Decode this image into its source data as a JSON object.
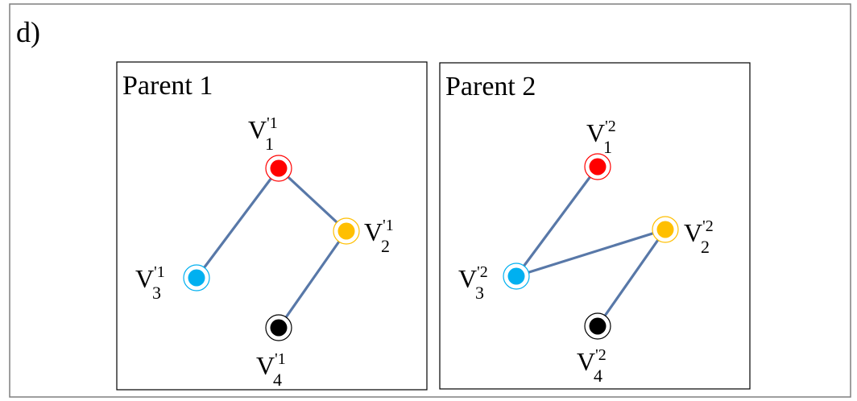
{
  "panel_label": "d)",
  "colors": {
    "edge": "#5878a8",
    "red": "#ff0000",
    "yellow": "#ffbf00",
    "blue": "#00b0f0",
    "black": "#000000"
  },
  "parents": [
    {
      "id": "parent1",
      "title": "Parent 1",
      "nodes": [
        {
          "id": "v1",
          "base": "V",
          "sub": "1",
          "sup": "'1",
          "color": "red"
        },
        {
          "id": "v2",
          "base": "V",
          "sub": "2",
          "sup": "'1",
          "color": "yellow"
        },
        {
          "id": "v3",
          "base": "V",
          "sub": "3",
          "sup": "'1",
          "color": "blue"
        },
        {
          "id": "v4",
          "base": "V",
          "sub": "4",
          "sup": "'1",
          "color": "black"
        }
      ],
      "edges": [
        [
          "v1",
          "v3"
        ],
        [
          "v1",
          "v2"
        ],
        [
          "v2",
          "v4"
        ]
      ]
    },
    {
      "id": "parent2",
      "title": "Parent 2",
      "nodes": [
        {
          "id": "v1",
          "base": "V",
          "sub": "1",
          "sup": "'2",
          "color": "red"
        },
        {
          "id": "v2",
          "base": "V",
          "sub": "2",
          "sup": "'2",
          "color": "yellow"
        },
        {
          "id": "v3",
          "base": "V",
          "sub": "3",
          "sup": "'2",
          "color": "blue"
        },
        {
          "id": "v4",
          "base": "V",
          "sub": "4",
          "sup": "'2",
          "color": "black"
        }
      ],
      "edges": [
        [
          "v1",
          "v3"
        ],
        [
          "v3",
          "v2"
        ],
        [
          "v2",
          "v4"
        ]
      ]
    }
  ]
}
